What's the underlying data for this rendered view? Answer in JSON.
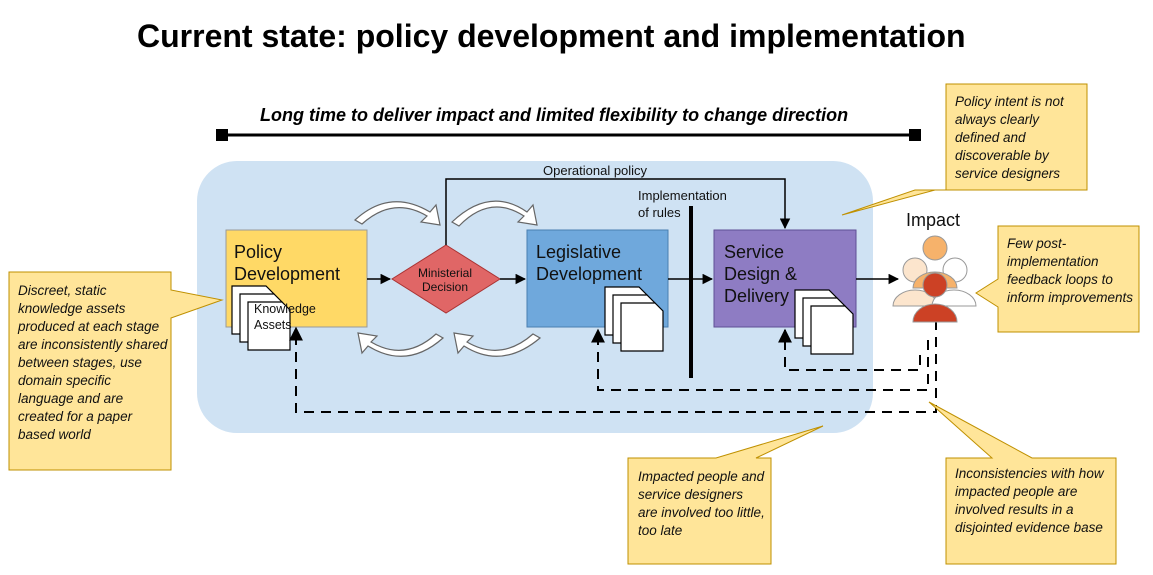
{
  "title": "Current state: policy development and implementation",
  "timeline": {
    "label": "Long time to deliver impact and limited flexibility to change direction"
  },
  "stages": {
    "policy_development": {
      "label": "Policy\nDevelopment"
    },
    "ministerial_decision": {
      "label": "Ministerial\nDecision"
    },
    "legislative_development": {
      "label": "Legislative\nDevelopment"
    },
    "service_delivery": {
      "label": "Service\nDesign &\nDelivery"
    }
  },
  "knowledge_assets": {
    "label": "Knowledge\nAssets"
  },
  "operational_policy": {
    "label": "Operational policy"
  },
  "implementation_of_rules": {
    "label": "Implementation\nof rules"
  },
  "impact": {
    "label": "Impact"
  },
  "callouts": {
    "policy_intent": "Policy intent is not always clearly defined and discoverable by service designers",
    "feedback_loops": "Few post-implementation feedback loops to inform improvements",
    "knowledge_assets": "Discreet, static knowledge assets produced at each stage are inconsistently shared between stages, use domain specific language and are created for a paper based world",
    "impacted_people": "Impacted people and service designers are involved too little, too late",
    "inconsistencies": "Inconsistencies with how impacted people are involved results in a disjointed evidence base"
  },
  "colors": {
    "background_panel": "#cfe2f3",
    "policy_box": "#ffd966",
    "decision_diamond": "#e06666",
    "legislative_box": "#6fa8dc",
    "service_box": "#8e7cc3",
    "callout_fill": "#ffe599",
    "callout_border": "#bf9000",
    "person_front": "#cc4125",
    "person_mid": "#f6b26b",
    "person_back": "#fce5cd"
  }
}
